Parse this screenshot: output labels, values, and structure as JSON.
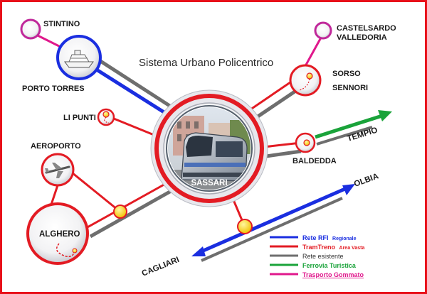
{
  "diagram": {
    "title": "Sistema Urbano Policentrico",
    "nodes": {
      "sassari": "SASSARI",
      "stintino": "STINTINO",
      "porto_torres": "PORTO TORRES",
      "li_punti": "LI PUNTI",
      "aeroporto": "AEROPORTO",
      "alghero": "ALGHERO",
      "castelsardo": "CASTELSARDO",
      "valledoria": "VALLEDORIA",
      "sorso": "SORSO",
      "sennori": "SENNORI",
      "baldedda": "BALDEDDA",
      "tempio": "TEMPIO",
      "olbia": "OLBIA",
      "cagliari": "CAGLIARI"
    },
    "legend": [
      {
        "label": "Rete RFI",
        "sublabel": "Regionale",
        "color": "#1a2ee0"
      },
      {
        "label": "TramTreno",
        "sublabel": "Area Vasta",
        "color": "#e31b23"
      },
      {
        "label": "Rete esistente",
        "sublabel": "",
        "color": "#6e6e6e"
      },
      {
        "label": "Ferrovia Turistica",
        "sublabel": "",
        "color": "#1aa33a"
      },
      {
        "label": "Trasporto Gommato",
        "sublabel": "",
        "color": "#e0188c"
      }
    ],
    "icons": {
      "ship": "ship-icon",
      "airplane": "airplane-icon",
      "tram": "tram-photo"
    }
  }
}
